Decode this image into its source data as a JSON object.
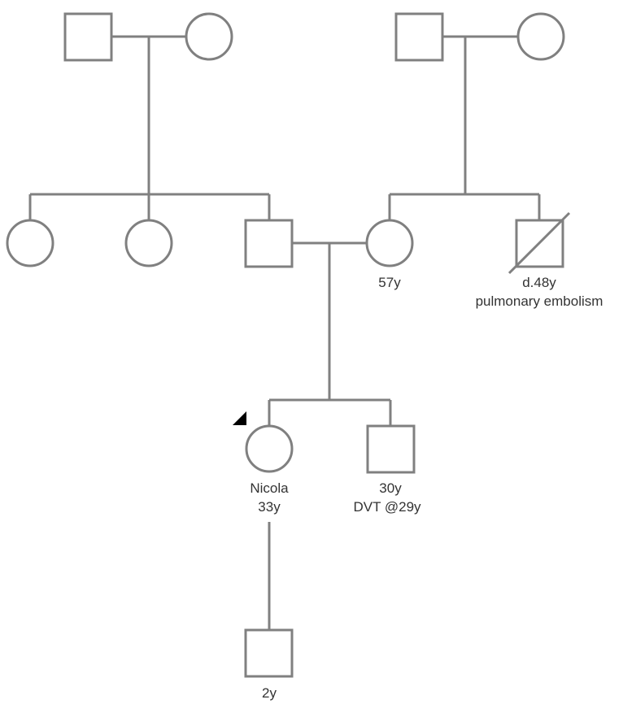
{
  "pedigree": {
    "members": {
      "paternal_grandfather": {
        "sex": "male",
        "labels": []
      },
      "paternal_grandmother": {
        "sex": "female",
        "labels": []
      },
      "maternal_grandfather": {
        "sex": "male",
        "labels": []
      },
      "maternal_grandmother": {
        "sex": "female",
        "labels": []
      },
      "paternal_aunt_1": {
        "sex": "female",
        "labels": []
      },
      "paternal_aunt_2": {
        "sex": "female",
        "labels": []
      },
      "father": {
        "sex": "male",
        "labels": []
      },
      "mother": {
        "sex": "female",
        "labels": [
          "57y"
        ]
      },
      "maternal_uncle": {
        "sex": "male",
        "deceased": true,
        "labels": [
          "d.48y",
          "pulmonary embolism"
        ]
      },
      "proband": {
        "sex": "female",
        "proband": true,
        "labels": [
          "Nicola",
          "33y"
        ]
      },
      "brother": {
        "sex": "male",
        "labels": [
          "30y",
          "DVT @29y"
        ]
      },
      "son": {
        "sex": "male",
        "labels": [
          "2y"
        ]
      }
    },
    "colors": {
      "line": "#808080",
      "text": "#333333",
      "proband_arrow": "#000000"
    }
  }
}
